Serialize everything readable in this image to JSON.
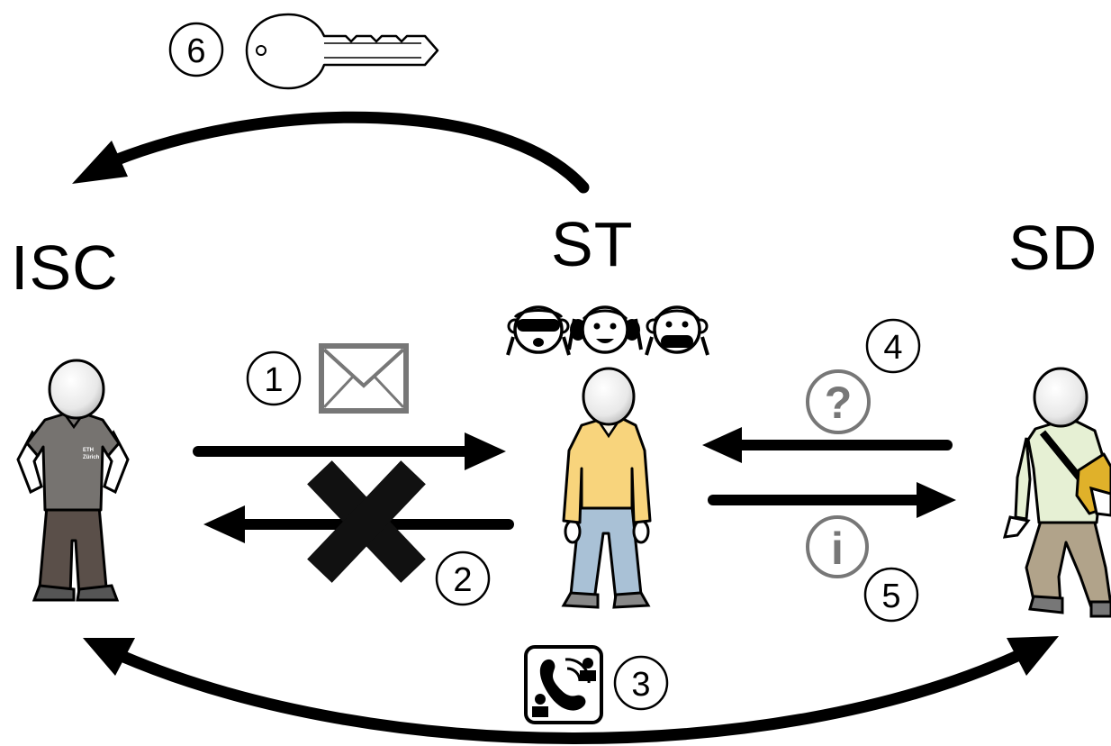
{
  "actors": {
    "isc": {
      "label": "ISC"
    },
    "st": {
      "label": "ST"
    },
    "sd": {
      "label": "SD"
    }
  },
  "steps": [
    {
      "number": "1",
      "icon": "envelope-icon"
    },
    {
      "number": "2",
      "icon": "cross-icon"
    },
    {
      "number": "3",
      "icon": "phone-call-icon"
    },
    {
      "number": "4",
      "icon": "question-icon"
    },
    {
      "number": "5",
      "icon": "info-icon"
    },
    {
      "number": "6",
      "icon": "key-icon"
    }
  ],
  "icons": {
    "question_glyph": "?",
    "info_glyph": "i",
    "shirt_text_line1": "ETH",
    "shirt_text_line2": "Zürich"
  },
  "monkeys": [
    "see-no-evil-monkey-icon",
    "hear-no-evil-monkey-icon",
    "speak-no-evil-monkey-icon"
  ],
  "colors": {
    "isc_shirt": "#767370",
    "isc_pants": "#5a4f49",
    "st_shirt": "#f8d47c",
    "st_pants": "#a9c1d6",
    "sd_shirt": "#e6f0d4",
    "sd_pants": "#b1a38a",
    "sd_bag": "#e0b12a",
    "icon_gray": "#777777"
  }
}
